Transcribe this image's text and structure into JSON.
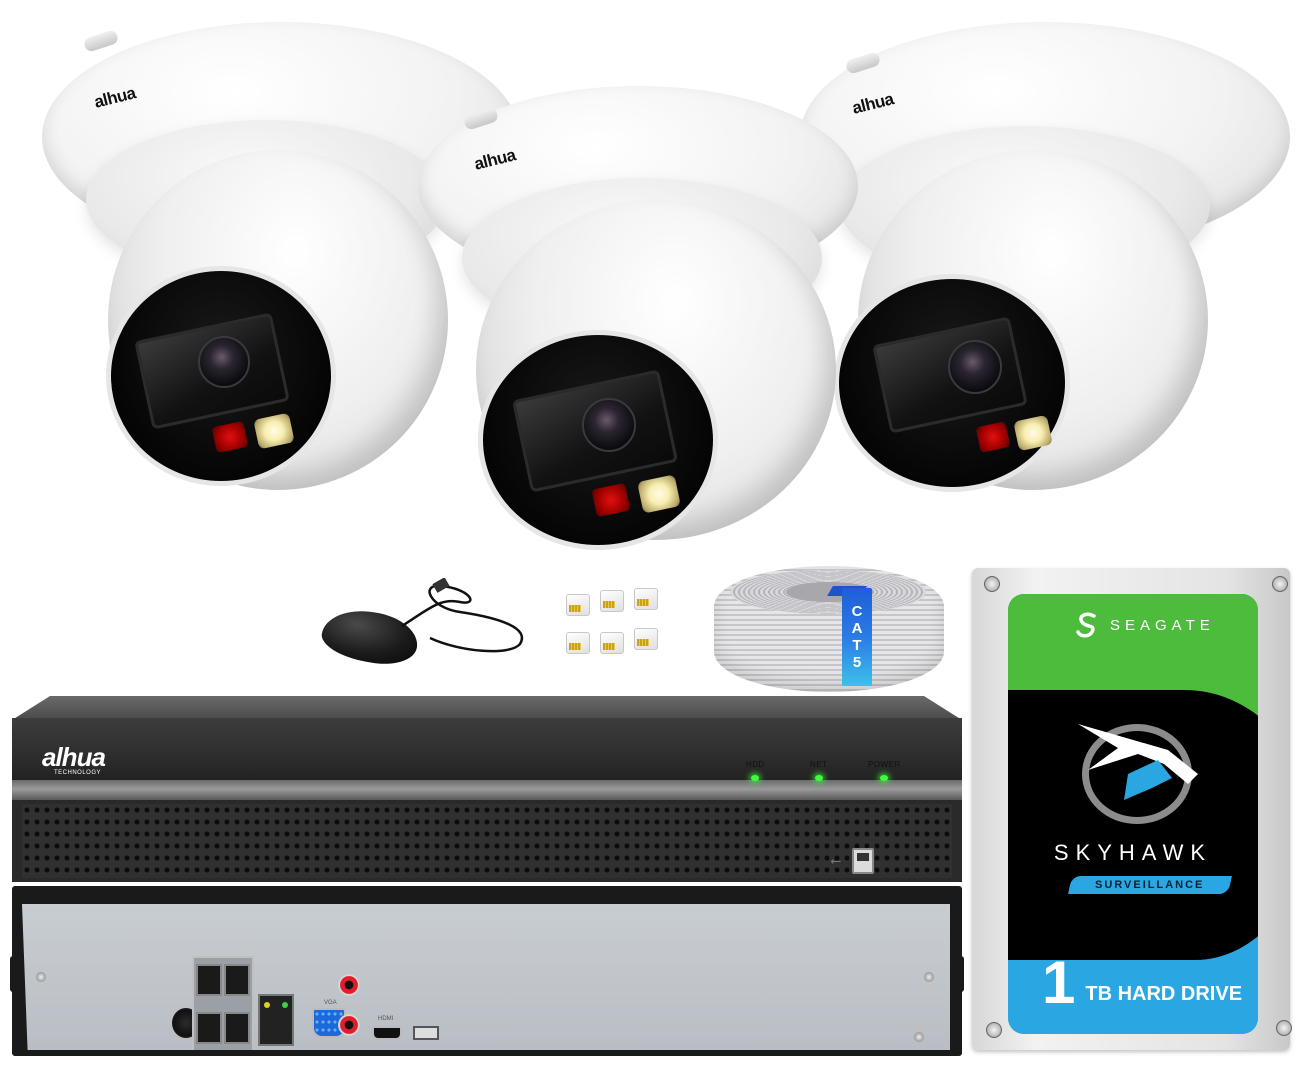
{
  "scene": {
    "description": "Surveillance kit product photo",
    "background_color": "#ffffff"
  },
  "cameras": [
    {
      "id": "camera-left",
      "brand_label": "alhua",
      "type": "turret dome",
      "leds": [
        "red",
        "warm-white"
      ]
    },
    {
      "id": "camera-center",
      "brand_label": "alhua",
      "type": "turret dome",
      "leds": [
        "red",
        "warm-white"
      ]
    },
    {
      "id": "camera-right",
      "brand_label": "alhua",
      "type": "turret dome",
      "leds": [
        "red",
        "warm-white"
      ]
    }
  ],
  "accessories": {
    "mouse": {
      "color": "#1a1a1a",
      "label": "USB mouse"
    },
    "connectors": {
      "count": 6,
      "label": "RJ45 connectors"
    },
    "cable": {
      "label_letters": [
        "C",
        "A",
        "T",
        "5"
      ],
      "label_colors": [
        "#1f5ed8",
        "#3ec0e8"
      ]
    }
  },
  "hdd": {
    "brand": "SEAGATE",
    "product": "SKYHAWK",
    "subtitle": "SURVEILLANCE",
    "capacity_number": "1",
    "capacity_text": "TB HARD DRIVE",
    "colors": {
      "green": "#4dbb3c",
      "black": "#000000",
      "blue": "#2aa7e2"
    }
  },
  "nvr": {
    "front": {
      "logo": "alhua",
      "logo_sub": "TECHNOLOGY",
      "indicators": [
        {
          "label": "HDD",
          "color": "#3dff3d"
        },
        {
          "label": "NET",
          "color": "#3dff3d"
        },
        {
          "label": "POWER",
          "color": "#3dff3d"
        }
      ],
      "usb_symbol": "⭠"
    },
    "back": {
      "poe_ports": 4,
      "labels": {
        "vga": "VGA",
        "hdmi": "HDMI"
      }
    }
  }
}
